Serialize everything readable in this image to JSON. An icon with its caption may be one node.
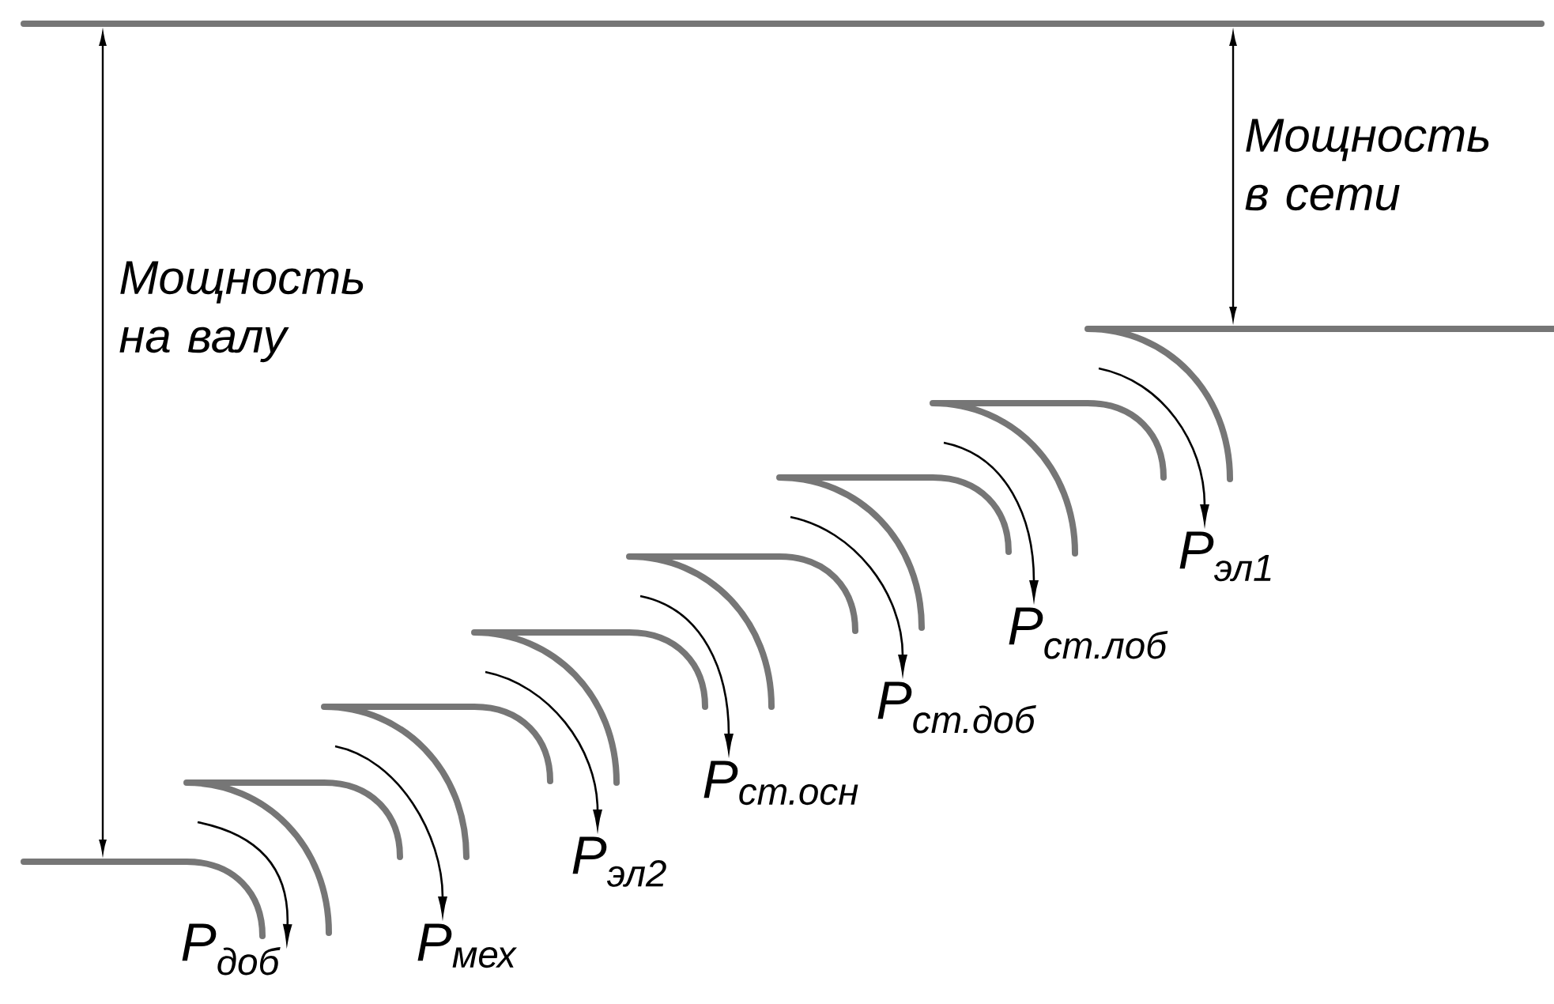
{
  "diagram": {
    "nodes": [
      {
        "text": [
          "P$_{доб}$"
        ]
      },
      {
        "text": [
          "P$_{мех}$"
        ]
      },
      {
        "text": [
          "P$_{эл2}$"
        ]
      },
      {
        "text": [
          "P$_{ст.осн}$"
        ]
      },
      {
        "text": [
          "P$_{ст.доб}$"
        ]
      },
      {
        "text": [
          "P$_{ст.лоб}$"
        ]
      },
      {
        "text": [
          "P$_{эл1}$"
        ]
      }
    ],
    "edges": [
      {
        "from": null,
        "to": 0,
        "arrow": "to"
      },
      {
        "from": null,
        "to": 1,
        "arrow": "to"
      },
      {
        "from": null,
        "to": 2,
        "arrow": "to"
      },
      {
        "from": null,
        "to": 3,
        "arrow": "to"
      },
      {
        "from": null,
        "to": 4,
        "arrow": "to"
      },
      {
        "from": null,
        "to": 5,
        "arrow": "to"
      },
      {
        "from": null,
        "to": 6,
        "arrow": "to"
      }
    ],
    "labels": [
      "Мощность в сети",
      "Мощность на валу"
    ]
  }
}
